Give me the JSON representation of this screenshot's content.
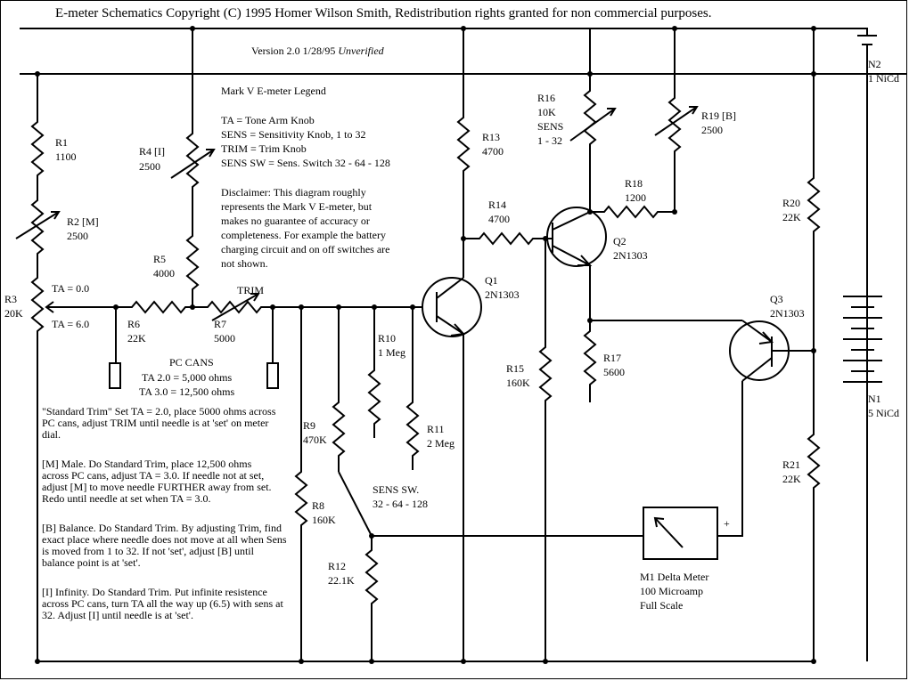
{
  "title": "E-meter Schematics Copyright (C) 1995 Homer Wilson Smith, Redistribution rights granted for non commercial purposes.",
  "version": {
    "text": "Version 2.0 1/28/95 ",
    "status": "Unverified"
  },
  "legend": {
    "heading": "Mark V E-meter Legend",
    "lines": [
      "TA = Tone Arm Knob",
      "SENS = Sensitivity Knob, 1 to 32",
      "TRIM = Trim Knob",
      "SENS SW = Sens. Switch 32 - 64 - 128"
    ],
    "disclaimer": [
      "Disclaimer:  This diagram roughly",
      "represents the Mark V E-meter, but",
      "makes no guarantee of accuracy or",
      "completeness.  For example the battery",
      "charging circuit and on off switches are",
      "not shown."
    ]
  },
  "components": {
    "r1": {
      "name": "R1",
      "value": "1100"
    },
    "r2": {
      "name": "R2 [M]",
      "value": "2500"
    },
    "r3": {
      "name": "R3",
      "value": "20K"
    },
    "r4": {
      "name": "R4 [I]",
      "value": "2500"
    },
    "r5": {
      "name": "R5",
      "value": "4000"
    },
    "r6": {
      "name": "R6",
      "value": "22K"
    },
    "r7": {
      "name": "R7",
      "value": "5000"
    },
    "r8": {
      "name": "R8",
      "value": "160K"
    },
    "r9": {
      "name": "R9",
      "value": "470K"
    },
    "r10": {
      "name": "R10",
      "value": "1 Meg"
    },
    "r11": {
      "name": "R11",
      "value": "2 Meg"
    },
    "r12": {
      "name": "R12",
      "value": "22.1K"
    },
    "r13": {
      "name": "R13",
      "value": "4700"
    },
    "r14": {
      "name": "R14",
      "value": "4700"
    },
    "r15": {
      "name": "R15",
      "value": "160K"
    },
    "r16": {
      "name": "R16",
      "value": "10K",
      "extra1": "SENS",
      "extra2": "1 - 32"
    },
    "r17": {
      "name": "R17",
      "value": "5600"
    },
    "r18": {
      "name": "R18",
      "value": "1200"
    },
    "r19": {
      "name": "R19 [B]",
      "value": "2500"
    },
    "r20": {
      "name": "R20",
      "value": "22K"
    },
    "r21": {
      "name": "R21",
      "value": "22K"
    },
    "q1": {
      "name": "Q1",
      "value": "2N1303"
    },
    "q2": {
      "name": "Q2",
      "value": "2N1303"
    },
    "q3": {
      "name": "Q3",
      "value": "2N1303"
    },
    "n1": {
      "name": "N1",
      "value": "5 NiCd"
    },
    "n2": {
      "name": "N2",
      "value": "1 NiCd"
    },
    "m1": {
      "line1": "M1 Delta Meter",
      "line2": "100 Microamp",
      "line3": "Full Scale",
      "plus": "+"
    }
  },
  "labels": {
    "ta_low": "TA = 0.0",
    "ta_high": "TA = 6.0",
    "trim": "TRIM",
    "pc_cans": "PC CANS",
    "pc_cans_ta2": "TA 2.0 = 5,000 ohms",
    "pc_cans_ta3": "TA 3.0 = 12,500 ohms",
    "sens_sw": "SENS SW.",
    "sens_sw_positions": "32 - 64 - 128"
  },
  "procedures": {
    "standard_trim": "\"Standard Trim\"  Set TA = 2.0, place 5000 ohms across PC cans, adjust TRIM until needle is at 'set' on meter dial.",
    "male": "[M] Male. Do Standard Trim, place 12,500 ohms across PC cans, adjust TA = 3.0.  If needle not at set, adjust [M] to move needle FURTHER away from set. Redo until needle at set when TA = 3.0.",
    "balance": "[B] Balance.  Do Standard Trim.  By adjusting Trim, find exact place where needle does not move at all when Sens is moved from 1 to 32.  If not 'set', adjust [B] until balance point is at 'set'.",
    "infinity": "[I] Infinity.  Do Standard Trim.  Put infinite resistence across PC cans, turn TA all the way up (6.5) with sens at 32.  Adjust [I] until needle is at 'set'."
  }
}
